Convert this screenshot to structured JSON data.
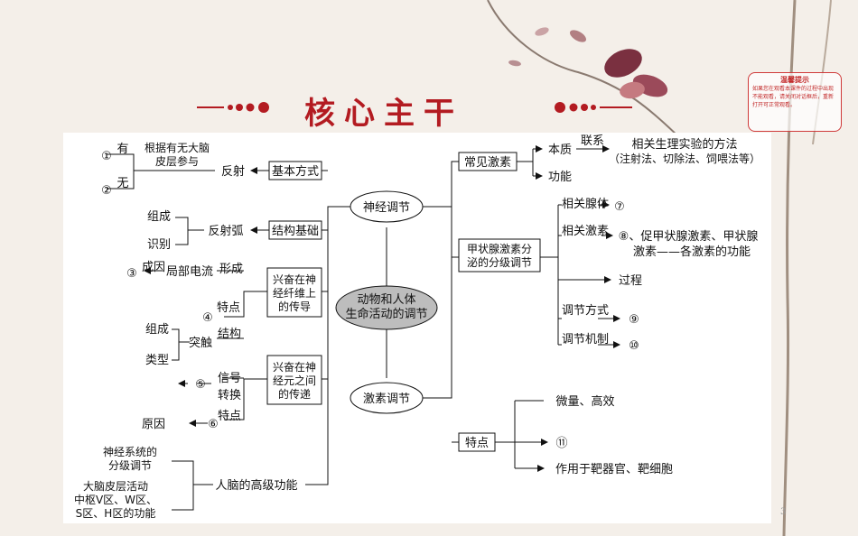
{
  "title": "核心主干",
  "tip": {
    "title": "温馨提示",
    "body": "如果您在观看本课件的过程中出现不能观看，请关闭对话框后，重新打开可正常观看。"
  },
  "page_number": "3",
  "diagram": {
    "center": [
      "动物和人体",
      "生命活动的调节"
    ],
    "neural": "神经调节",
    "hormonal": "激素调节",
    "left": {
      "basic_mode": "基本方式",
      "reflex": "反射",
      "has_label": "有",
      "none_label": "无",
      "circ1": "①",
      "circ2": "②",
      "cortex_basis": [
        "根据有无大脑",
        "皮层参与"
      ],
      "structural_basis": "结构基础",
      "reflex_arc": "反射弧",
      "composition": "组成",
      "identify": "识别",
      "fiber_conduction": [
        "兴奋在神",
        "经纤维上",
        "的传导"
      ],
      "formation": "形成",
      "cause": "成因",
      "local_current": "局部电流",
      "circ3": "③",
      "feature": "特点",
      "circ4": "④",
      "between_neurons": [
        "兴奋在神",
        "经元之间",
        "的传递"
      ],
      "structure": "结构",
      "synapse": "突触",
      "composition2": "组成",
      "type": "类型",
      "signal": "信号",
      "conversion": "转换",
      "circ5": "⑤",
      "feature2": "特点",
      "reason": "原因",
      "circ6": "⑥",
      "higher_function": "人脑的高级功能",
      "hierarchical_nervous": [
        "神经系统的",
        "分级调节"
      ],
      "cortex_language": [
        "大脑皮层活动",
        "中枢V区、W区、",
        "S区、H区的功能"
      ]
    },
    "right": {
      "common_hormones": "常见激素",
      "essence": "本质",
      "function": "功能",
      "connect": "联系",
      "experiment": "相关生理实验的方法",
      "methods": "（注射法、切除法、饲喂法等）",
      "thyroid_hierarchy": [
        "甲状腺激素分",
        "泌的分级调节"
      ],
      "related_glands": "相关腺体",
      "circ7": "⑦",
      "related_hormones": "相关激素",
      "circ8_text": "⑧、促甲状腺激素、甲状腺",
      "hormone_functions": "激素——各激素的功能",
      "process": "过程",
      "regulation_mode": "调节方式",
      "circ9": "⑨",
      "regulation_mechanism": "调节机制",
      "circ10": "⑩",
      "features": "特点",
      "trace_efficient": "微量、高效",
      "circ11": "⑪",
      "target": "作用于靶器官、靶细胞"
    }
  }
}
